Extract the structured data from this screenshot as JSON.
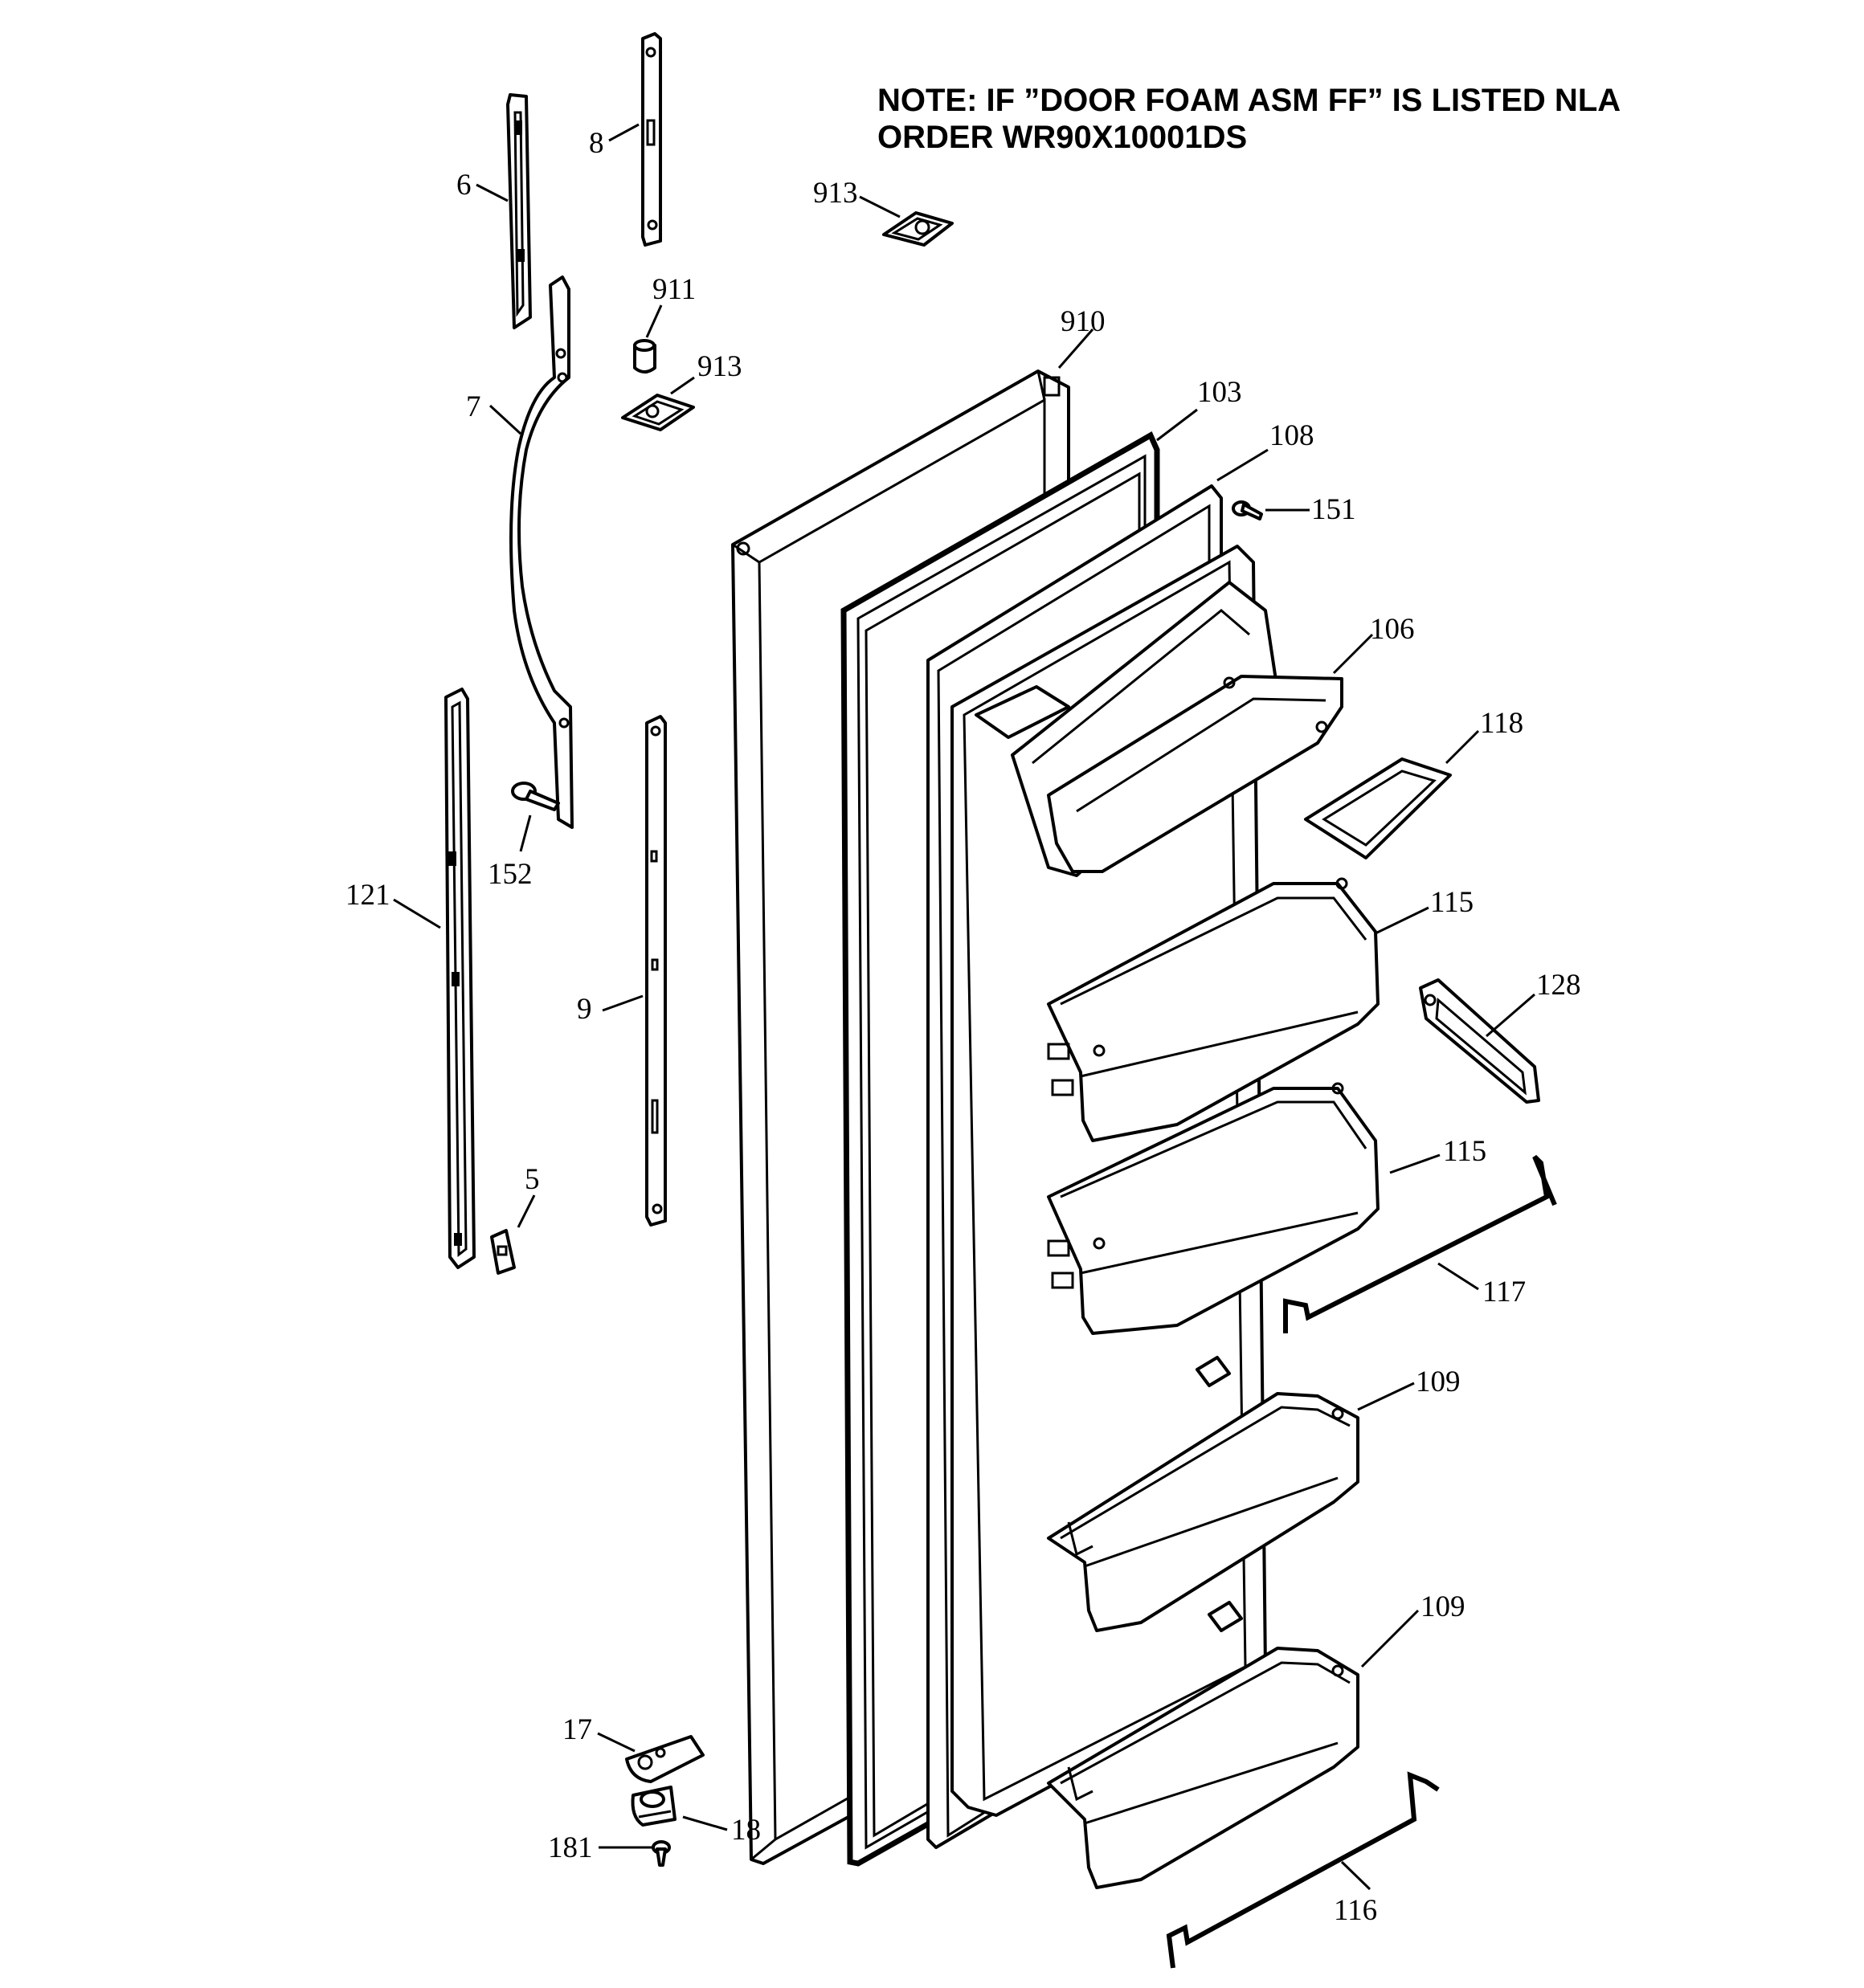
{
  "note": {
    "line1": "NOTE: IF ”DOOR FOAM ASM FF” IS LISTED NLA",
    "line2": "ORDER WR90X10001DS"
  },
  "callouts": {
    "p6": "6",
    "p8": "8",
    "p913a": "913",
    "p911": "911",
    "p913b": "913",
    "p910": "910",
    "p7": "7",
    "p103": "103",
    "p108": "108",
    "p151": "151",
    "p106": "106",
    "p118": "118",
    "p121": "121",
    "p152": "152",
    "p115a": "115",
    "p128": "128",
    "p9": "9",
    "p115b": "115",
    "p5": "5",
    "p117": "117",
    "p109a": "109",
    "p109b": "109",
    "p17": "17",
    "p18": "18",
    "p181": "181",
    "p116": "116"
  }
}
